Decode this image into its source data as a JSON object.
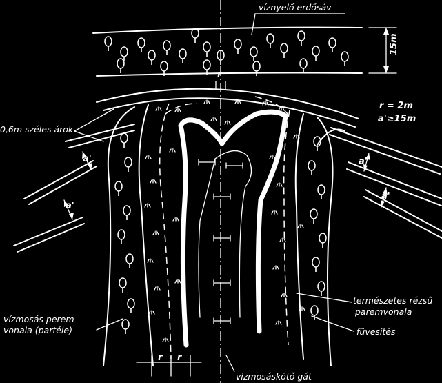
{
  "labels": {
    "forest_belt": "víznyelő erdősáv",
    "width_15m": "15m",
    "ditch": "0,6m széles árok",
    "r_eq": "r = 2m",
    "a_eq": "a'≥15m",
    "a_mark": "a'",
    "gully_edge_line1": "vízmosás perem -",
    "gully_edge_line2": "vonala (partéle)",
    "natural_slope_line1": "természetes rézsű",
    "natural_slope_line2": "paremvonala",
    "grassing": "füvesítés",
    "check_dam": "vízmosáskötő gát",
    "r_mark": "r"
  },
  "colors": {
    "background": "#000000",
    "ink": "#ffffff"
  }
}
